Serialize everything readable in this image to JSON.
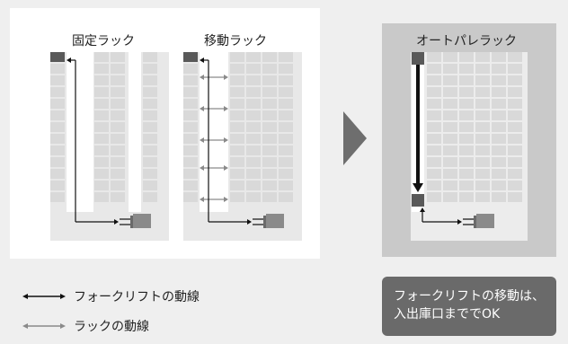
{
  "diagram": {
    "fixed_rack_title": "固定ラック",
    "mobile_rack_title": "移動ラック",
    "auto_pallet_title": "オートパレラック",
    "legend": {
      "forklift_path": "フォークリフトの動線",
      "rack_path": "ラックの動線"
    },
    "note": {
      "line1": "フォークリフトの移動は、",
      "line2": "入出庫口まででOK"
    },
    "colors": {
      "cell": "#d9d9d9",
      "cell_dark": "#595959",
      "forklift_line": "#111111",
      "rack_line": "#8a8a8a",
      "right_bg": "#c9c9c9",
      "arrow": "#6e6e6e",
      "note_bg": "#6a6a6a"
    }
  }
}
